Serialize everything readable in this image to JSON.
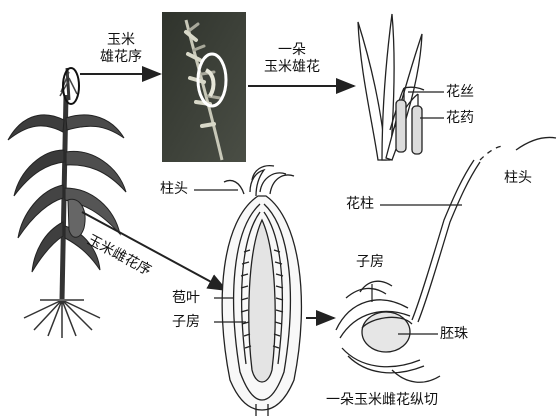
{
  "labels": {
    "male_inflorescence": [
      "玉米",
      "雄花序"
    ],
    "single_male_flower": [
      "一朵",
      "玉米雄花"
    ],
    "filament": "花丝",
    "anther": "花药",
    "stigma_top": "柱头",
    "female_inflorescence": "玉米雌花序",
    "style": "花柱",
    "stigma_right": "柱头",
    "ovary_right": "子房",
    "bract": "苞叶",
    "ovary_left": "子房",
    "ovule": "胚珠",
    "female_flower_section": "一朵玉米雌花纵切"
  },
  "colors": {
    "line": "#222222",
    "photo_bg": "#3a3f36",
    "highlight_ring": "#ffffff",
    "ovule_fill": "#e6e6e6"
  }
}
